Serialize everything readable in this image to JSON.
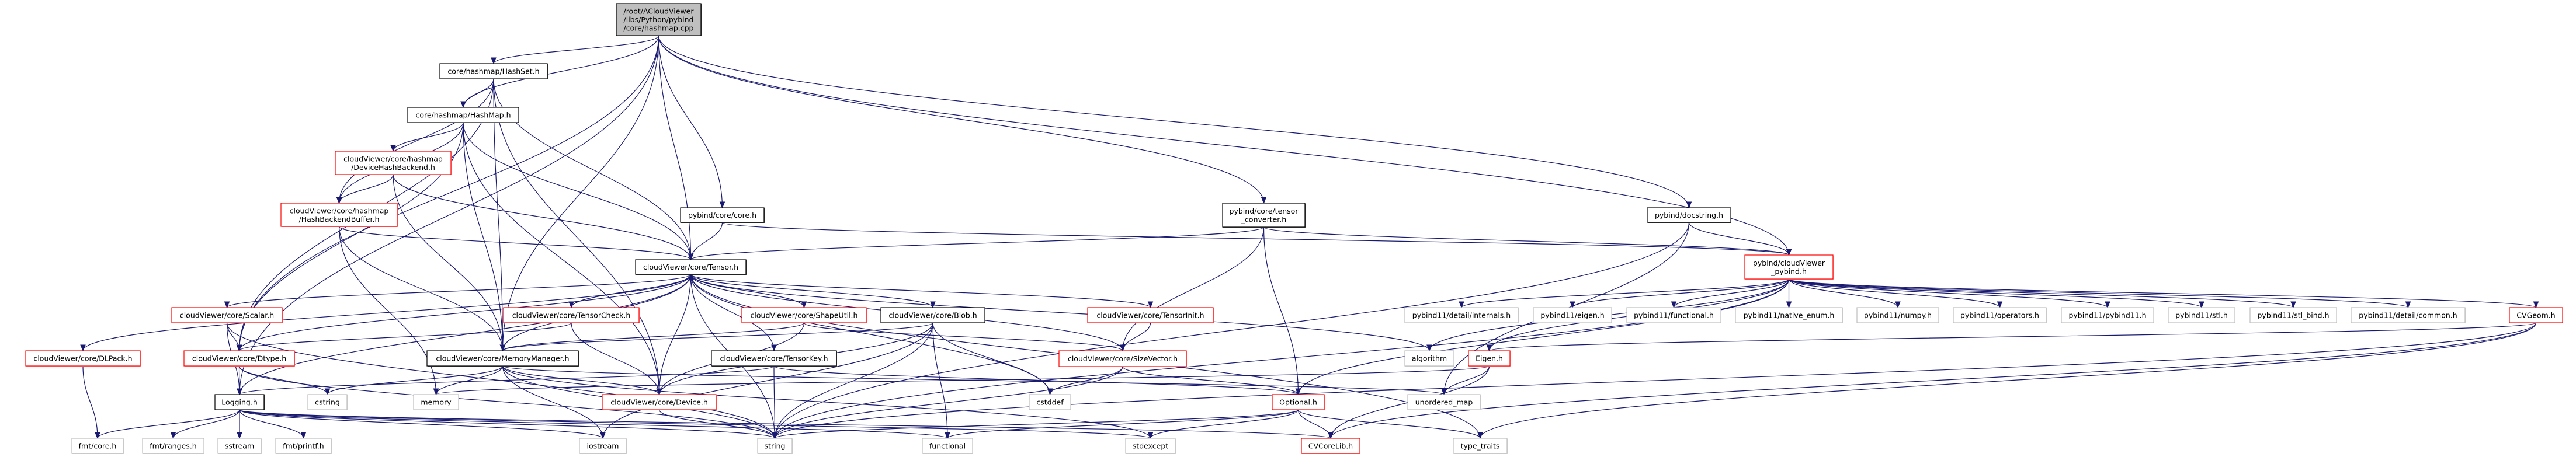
{
  "graph": {
    "colors": {
      "edge": "#191970",
      "root_fill": "#bfbfbf",
      "documented_border": "#000000",
      "incomplete_border": "#ff0000",
      "external_border": "#bfbfbf"
    },
    "nodes": [
      {
        "id": "root",
        "kind": "root",
        "label": [
          "/root/ACloudViewer",
          "/libs/Python/pybind",
          "/core/hashmap.cpp"
        ]
      },
      {
        "id": "hashset",
        "kind": "doc",
        "label": [
          "core/hashmap/HashSet.h"
        ]
      },
      {
        "id": "hashmap",
        "kind": "doc",
        "label": [
          "core/hashmap/HashMap.h"
        ]
      },
      {
        "id": "devhash",
        "kind": "red",
        "label": [
          "cloudViewer/core/hashmap",
          "/DeviceHashBackend.h"
        ]
      },
      {
        "id": "hbb",
        "kind": "red",
        "label": [
          "cloudViewer/core/hashmap",
          "/HashBackendBuffer.h"
        ]
      },
      {
        "id": "corecore",
        "kind": "doc",
        "label": [
          "pybind/core/core.h"
        ]
      },
      {
        "id": "tconv",
        "kind": "doc",
        "label": [
          "pybind/core/tensor",
          "_converter.h"
        ]
      },
      {
        "id": "docstring",
        "kind": "doc",
        "label": [
          "pybind/docstring.h"
        ]
      },
      {
        "id": "cvpybind",
        "kind": "red",
        "label": [
          "pybind/cloudViewer",
          "_pybind.h"
        ]
      },
      {
        "id": "tensor",
        "kind": "doc",
        "label": [
          "cloudViewer/core/Tensor.h"
        ]
      },
      {
        "id": "scalar",
        "kind": "red",
        "label": [
          "cloudViewer/core/Scalar.h"
        ]
      },
      {
        "id": "tcheck",
        "kind": "red",
        "label": [
          "cloudViewer/core/TensorCheck.h"
        ]
      },
      {
        "id": "shapeutil",
        "kind": "red",
        "label": [
          "cloudViewer/core/ShapeUtil.h"
        ]
      },
      {
        "id": "blob",
        "kind": "doc",
        "label": [
          "cloudViewer/core/Blob.h"
        ]
      },
      {
        "id": "tinit",
        "kind": "red",
        "label": [
          "cloudViewer/core/TensorInit.h"
        ]
      },
      {
        "id": "p11internals",
        "kind": "ext",
        "label": [
          "pybind11/detail/internals.h"
        ]
      },
      {
        "id": "p11eigen",
        "kind": "ext",
        "label": [
          "pybind11/eigen.h"
        ]
      },
      {
        "id": "p11functional",
        "kind": "ext",
        "label": [
          "pybind11/functional.h"
        ]
      },
      {
        "id": "p11native",
        "kind": "ext",
        "label": [
          "pybind11/native_enum.h"
        ]
      },
      {
        "id": "p11numpy",
        "kind": "ext",
        "label": [
          "pybind11/numpy.h"
        ]
      },
      {
        "id": "p11operators",
        "kind": "ext",
        "label": [
          "pybind11/operators.h"
        ]
      },
      {
        "id": "p11pybind11",
        "kind": "ext",
        "label": [
          "pybind11/pybind11.h"
        ]
      },
      {
        "id": "p11stl",
        "kind": "ext",
        "label": [
          "pybind11/stl.h"
        ]
      },
      {
        "id": "p11stlbind",
        "kind": "ext",
        "label": [
          "pybind11/stl_bind.h"
        ]
      },
      {
        "id": "p11common",
        "kind": "ext",
        "label": [
          "pybind11/detail/common.h"
        ]
      },
      {
        "id": "cvgeom",
        "kind": "red",
        "label": [
          "CVGeom.h"
        ]
      },
      {
        "id": "dlpack",
        "kind": "red",
        "label": [
          "cloudViewer/core/DLPack.h"
        ]
      },
      {
        "id": "dtype",
        "kind": "red",
        "label": [
          "cloudViewer/core/Dtype.h"
        ]
      },
      {
        "id": "memmgr",
        "kind": "doc",
        "label": [
          "cloudViewer/core/MemoryManager.h"
        ]
      },
      {
        "id": "tkey",
        "kind": "doc",
        "label": [
          "cloudViewer/core/TensorKey.h"
        ]
      },
      {
        "id": "sizevec",
        "kind": "red",
        "label": [
          "cloudViewer/core/SizeVector.h"
        ]
      },
      {
        "id": "algorithm",
        "kind": "ext",
        "label": [
          "algorithm"
        ]
      },
      {
        "id": "eigen",
        "kind": "red",
        "label": [
          "Eigen.h"
        ]
      },
      {
        "id": "logging",
        "kind": "doc",
        "label": [
          "Logging.h"
        ]
      },
      {
        "id": "cstring",
        "kind": "ext",
        "label": [
          "cstring"
        ]
      },
      {
        "id": "memory",
        "kind": "ext",
        "label": [
          "memory"
        ]
      },
      {
        "id": "device",
        "kind": "red",
        "label": [
          "cloudViewer/core/Device.h"
        ]
      },
      {
        "id": "cstddef",
        "kind": "ext",
        "label": [
          "cstddef"
        ]
      },
      {
        "id": "optional",
        "kind": "red",
        "label": [
          "Optional.h"
        ]
      },
      {
        "id": "umap",
        "kind": "ext",
        "label": [
          "unordered_map"
        ]
      },
      {
        "id": "fmtcore",
        "kind": "ext",
        "label": [
          "fmt/core.h"
        ]
      },
      {
        "id": "fmtranges",
        "kind": "ext",
        "label": [
          "fmt/ranges.h"
        ]
      },
      {
        "id": "sstream",
        "kind": "ext",
        "label": [
          "sstream"
        ]
      },
      {
        "id": "fmtprintf",
        "kind": "ext",
        "label": [
          "fmt/printf.h"
        ]
      },
      {
        "id": "iostream",
        "kind": "ext",
        "label": [
          "iostream"
        ]
      },
      {
        "id": "string",
        "kind": "ext",
        "label": [
          "string"
        ]
      },
      {
        "id": "functional",
        "kind": "ext",
        "label": [
          "functional"
        ]
      },
      {
        "id": "stdexcept",
        "kind": "ext",
        "label": [
          "stdexcept"
        ]
      },
      {
        "id": "cvcorelib",
        "kind": "red",
        "label": [
          "CVCoreLib.h"
        ]
      },
      {
        "id": "typetraits",
        "kind": "ext",
        "label": [
          "type_traits"
        ]
      }
    ],
    "edges": [
      [
        "root",
        "hashset"
      ],
      [
        "root",
        "hashmap"
      ],
      [
        "root",
        "tensor"
      ],
      [
        "root",
        "corecore"
      ],
      [
        "root",
        "tconv"
      ],
      [
        "root",
        "docstring"
      ],
      [
        "root",
        "cvpybind"
      ],
      [
        "root",
        "logging"
      ],
      [
        "root",
        "dtype"
      ],
      [
        "root",
        "memmgr"
      ],
      [
        "hashset",
        "hashmap"
      ],
      [
        "hashset",
        "hbb"
      ],
      [
        "hashset",
        "dtype"
      ],
      [
        "hashset",
        "tensor"
      ],
      [
        "hashset",
        "device"
      ],
      [
        "hashset",
        "memmgr"
      ],
      [
        "hashmap",
        "devhash"
      ],
      [
        "hashmap",
        "hbb"
      ],
      [
        "hashmap",
        "dtype"
      ],
      [
        "hashmap",
        "tensor"
      ],
      [
        "hashmap",
        "memmgr"
      ],
      [
        "hashmap",
        "device"
      ],
      [
        "devhash",
        "hbb"
      ],
      [
        "devhash",
        "tensor"
      ],
      [
        "devhash",
        "memmgr"
      ],
      [
        "hbb",
        "tensor"
      ],
      [
        "hbb",
        "memory"
      ],
      [
        "hbb",
        "memmgr"
      ],
      [
        "corecore",
        "tensor"
      ],
      [
        "corecore",
        "cvpybind"
      ],
      [
        "tconv",
        "tensor"
      ],
      [
        "tconv",
        "cvpybind"
      ],
      [
        "tconv",
        "optional"
      ],
      [
        "tconv",
        "sizevec"
      ],
      [
        "docstring",
        "cvpybind"
      ],
      [
        "docstring",
        "string"
      ],
      [
        "docstring",
        "umap"
      ],
      [
        "tensor",
        "dlpack"
      ],
      [
        "tensor",
        "scalar"
      ],
      [
        "tensor",
        "dtype"
      ],
      [
        "tensor",
        "tcheck"
      ],
      [
        "tensor",
        "shapeutil"
      ],
      [
        "tensor",
        "blob"
      ],
      [
        "tensor",
        "tkey"
      ],
      [
        "tensor",
        "tinit"
      ],
      [
        "tensor",
        "sizevec"
      ],
      [
        "tensor",
        "device"
      ],
      [
        "tensor",
        "memmgr"
      ],
      [
        "tensor",
        "logging"
      ],
      [
        "tensor",
        "cstddef"
      ],
      [
        "tensor",
        "algorithm"
      ],
      [
        "tensor",
        "typetraits"
      ],
      [
        "tensor",
        "string"
      ],
      [
        "tcheck",
        "tensor"
      ],
      [
        "tcheck",
        "dtype"
      ],
      [
        "tcheck",
        "device"
      ],
      [
        "scalar",
        "dtype"
      ],
      [
        "scalar",
        "logging"
      ],
      [
        "scalar",
        "string"
      ],
      [
        "dlpack",
        "fmtcore"
      ],
      [
        "dtype",
        "logging"
      ],
      [
        "dtype",
        "cstring"
      ],
      [
        "dtype",
        "string"
      ],
      [
        "shapeutil",
        "sizevec"
      ],
      [
        "shapeutil",
        "memmgr"
      ],
      [
        "shapeutil",
        "device"
      ],
      [
        "blob",
        "device"
      ],
      [
        "blob",
        "memmgr"
      ],
      [
        "blob",
        "functional"
      ],
      [
        "blob",
        "cstddef"
      ],
      [
        "blob",
        "string"
      ],
      [
        "blob",
        "iostream"
      ],
      [
        "tkey",
        "logging"
      ],
      [
        "tkey",
        "optional"
      ],
      [
        "tkey",
        "string"
      ],
      [
        "tinit",
        "sizevec"
      ],
      [
        "memmgr",
        "device"
      ],
      [
        "memmgr",
        "memory"
      ],
      [
        "memmgr",
        "cstring"
      ],
      [
        "memmgr",
        "string"
      ],
      [
        "memmgr",
        "umap"
      ],
      [
        "memmgr",
        "iostream"
      ],
      [
        "memmgr",
        "stdexcept"
      ],
      [
        "logging",
        "fmtcore"
      ],
      [
        "logging",
        "fmtranges"
      ],
      [
        "logging",
        "sstream"
      ],
      [
        "logging",
        "fmtprintf"
      ],
      [
        "logging",
        "string"
      ],
      [
        "logging",
        "iostream"
      ],
      [
        "logging",
        "functional"
      ],
      [
        "logging",
        "cvcorelib"
      ],
      [
        "logging",
        "stdexcept"
      ],
      [
        "device",
        "string"
      ],
      [
        "sizevec",
        "cstddef"
      ],
      [
        "sizevec",
        "optional"
      ],
      [
        "sizevec",
        "string"
      ],
      [
        "optional",
        "cvcorelib"
      ],
      [
        "optional",
        "typetraits"
      ],
      [
        "optional",
        "stdexcept"
      ],
      [
        "optional",
        "functional"
      ],
      [
        "optional",
        "string"
      ],
      [
        "eigen",
        "cvcorelib"
      ],
      [
        "eigen",
        "umap"
      ],
      [
        "eigen",
        "memory"
      ],
      [
        "cvpybind",
        "p11internals"
      ],
      [
        "cvpybind",
        "p11eigen"
      ],
      [
        "cvpybind",
        "p11functional"
      ],
      [
        "cvpybind",
        "p11native"
      ],
      [
        "cvpybind",
        "p11numpy"
      ],
      [
        "cvpybind",
        "p11operators"
      ],
      [
        "cvpybind",
        "p11pybind11"
      ],
      [
        "cvpybind",
        "p11stl"
      ],
      [
        "cvpybind",
        "p11stlbind"
      ],
      [
        "cvpybind",
        "p11common"
      ],
      [
        "cvpybind",
        "cvgeom"
      ],
      [
        "cvpybind",
        "optional"
      ],
      [
        "cvpybind",
        "eigen"
      ],
      [
        "cvpybind",
        "algorithm"
      ],
      [
        "cvpybind",
        "string"
      ],
      [
        "cvgeom",
        "eigen"
      ],
      [
        "cvgeom",
        "cvcorelib"
      ],
      [
        "cvgeom",
        "string"
      ],
      [
        "cvgeom",
        "typetraits"
      ]
    ]
  }
}
